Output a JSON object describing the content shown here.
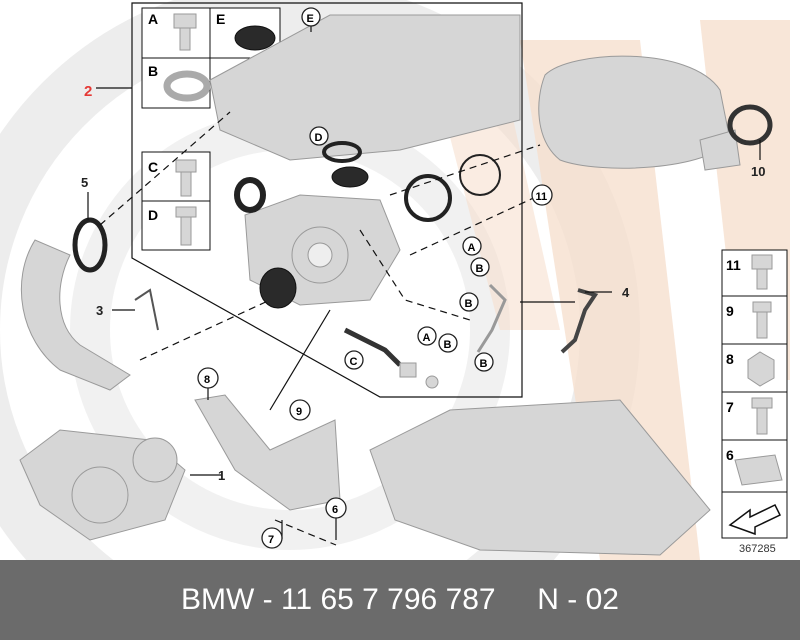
{
  "callouts": {
    "n1": "1",
    "n2": "2",
    "n3": "3",
    "n4": "4",
    "n5": "5",
    "n6": "6",
    "n7": "7",
    "n8": "8",
    "n9": "9",
    "n10": "10",
    "n11": "11"
  },
  "letters": {
    "a": "A",
    "b": "B",
    "c": "C",
    "d": "D",
    "e": "E"
  },
  "legend_box": [
    "A",
    "E",
    "B",
    "C",
    "D"
  ],
  "side_panel": [
    "11",
    "9",
    "8",
    "7",
    "6"
  ],
  "diagram_number": "367285",
  "footer_text": "BMW - 11 65 7 796 787     N - 02",
  "colors": {
    "footer_bg": "#6b6b6b",
    "watermark": "#f5dcc9",
    "highlight_2": "#e53935"
  }
}
